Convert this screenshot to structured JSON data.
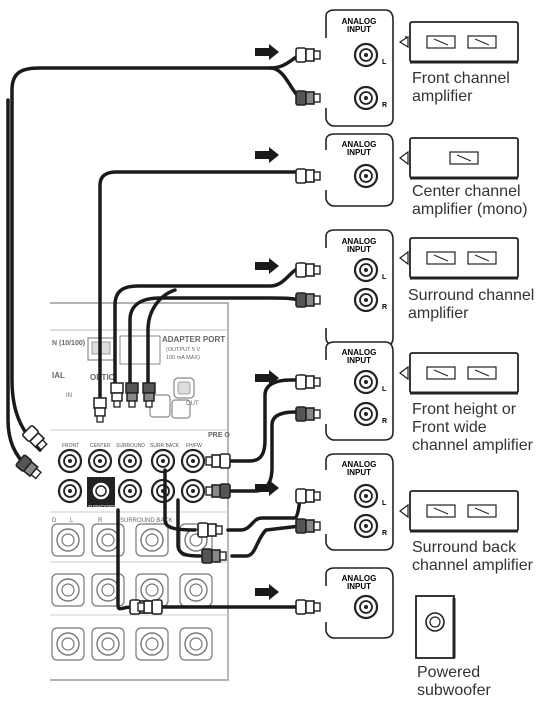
{
  "panel": {
    "network_label": "N (10/100)",
    "adapter_port": "ADAPTER PORT",
    "adapter_output": "(OUTPUT 5 V",
    "adapter_max": "100 mA MAX)",
    "optical_label": "OPTIC",
    "digital_label": "IAL",
    "in_label": "IN",
    "out_label": "OUT",
    "pre_out_label": "PRE O",
    "jack_labels": {
      "front": "FRONT",
      "center": "CENTER",
      "surround": "SURROUND",
      "surr_back": "SURR BACK",
      "fh_fw": "FH/FW",
      "subwoofer": "SUBWOOFER"
    },
    "speaker_labels": {
      "d": "D",
      "l": "L",
      "r": "R",
      "surround_back": "SURROUND BACK"
    }
  },
  "input_label_line1": "ANALOG",
  "input_label_line2": "INPUT",
  "channel_l": "L",
  "channel_r": "R",
  "amplifiers": [
    {
      "label": "Front channel amplifier",
      "line1": "Front channel",
      "line2": "amplifier"
    },
    {
      "label": "Center channel amplifier (mono)",
      "line1": "Center channel",
      "line2": "amplifier (mono)"
    },
    {
      "label": "Surround channel amplifier",
      "line1": "Surround channel",
      "line2": "amplifier"
    },
    {
      "label": "Front height or Front wide channel amplifier",
      "line1": "Front height or",
      "line2": "Front wide",
      "line3": "channel amplifier"
    },
    {
      "label": "Surround back channel amplifier",
      "line1": "Surround back",
      "line2": "channel amplifier"
    },
    {
      "label": "Powered subwoofer",
      "line1": "Powered",
      "line2": "subwoofer"
    }
  ],
  "colors": {
    "cable": "#1a1a1a",
    "cable_gray": "#8c8c8c",
    "outline": "#222222",
    "panel_line": "#9a9a9a"
  }
}
